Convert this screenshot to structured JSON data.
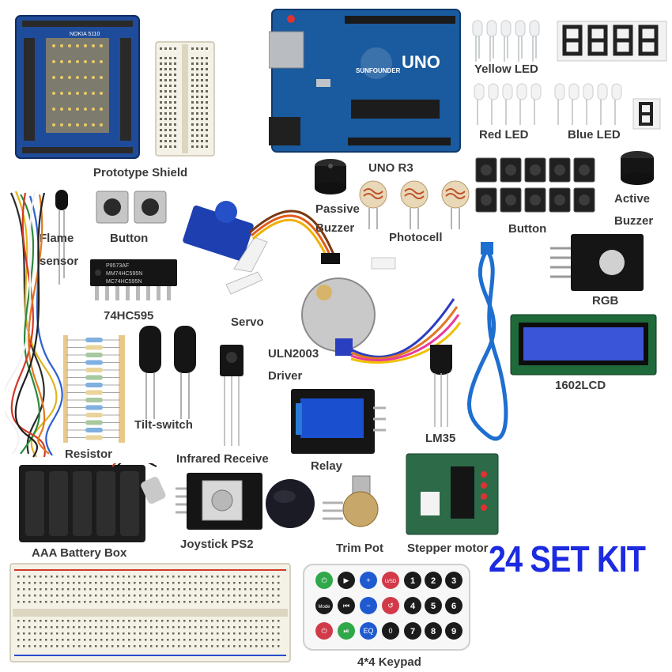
{
  "title": "24 SET KIT",
  "board": {
    "name": "UNO",
    "brand": "SUNFOUNDER"
  },
  "lcd_board_text": "NOKIA 5110",
  "ic_text": [
    "P9573AF",
    "MM74HC595N",
    "MC74HC595N"
  ],
  "labels": {
    "prototype_shield": "Prototype Shield",
    "uno_r3": "UNO  R3",
    "yellow_led": "Yellow LED",
    "red_led": "Red LED",
    "blue_led": "Blue LED",
    "flame_sensor_1": "Flame",
    "flame_sensor_2": "sensor",
    "button_left": "Button",
    "passive_buzzer_1": "Passive",
    "passive_buzzer_2": "Buzzer",
    "photocell": "Photocell",
    "button_right": "Button",
    "active_buzzer_1": "Active",
    "active_buzzer_2": "Buzzer",
    "ic_74hc595": "74HC595",
    "servo": "Servo",
    "rgb": "RGB",
    "uln2003_1": "ULN2003",
    "uln2003_2": "Driver",
    "lcd_1602": "1602LCD",
    "tilt_switch": "Tilt-switch",
    "resistor": "Resistor",
    "infrared_receive": "Infrared Receive",
    "relay": "Relay",
    "lm35": "LM35",
    "aaa_battery_box": "AAA Battery Box",
    "joystick": "Joystick PS2",
    "trim_pot": "Trim Pot",
    "stepper_motor": "Stepper motor",
    "keypad": "4*4 Keypad"
  },
  "remote_buttons": [
    "⏻",
    "▶",
    "+",
    "U/SD",
    "Mode",
    "⏮",
    "−",
    "↺",
    "⏻",
    "⏯",
    "EQ",
    "0"
  ],
  "remote_digits": [
    "1",
    "2",
    "3",
    "4",
    "5",
    "6",
    "7",
    "8",
    "9"
  ]
}
